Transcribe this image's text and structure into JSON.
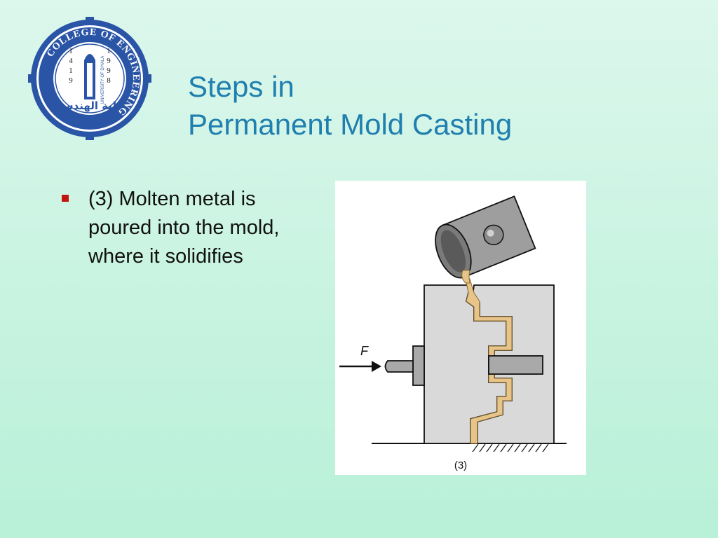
{
  "slide": {
    "title_line1": "Steps in",
    "title_line2": "Permanent Mold Casting",
    "bullets": [
      {
        "text": "(3) Molten metal is poured into the mold, where it solidifies"
      }
    ],
    "logo": {
      "ring_text": "COLLEGE OF ENGINEERING",
      "year_left": [
        "1",
        "4",
        "1",
        "9"
      ],
      "year_right": [
        "1",
        "9",
        "9",
        "8"
      ],
      "inner_text": "UNIVERSITY OF DIYALA",
      "arabic_text": "كلية الهندسة"
    },
    "figure": {
      "force_label": "F",
      "caption": "(3)"
    }
  },
  "colors": {
    "title": "#1f7fae",
    "bullet": "#c0140c",
    "logo_blue": "#2a55a6",
    "mold_gray": "#d9d9d9",
    "metal": "#e6c48a"
  }
}
